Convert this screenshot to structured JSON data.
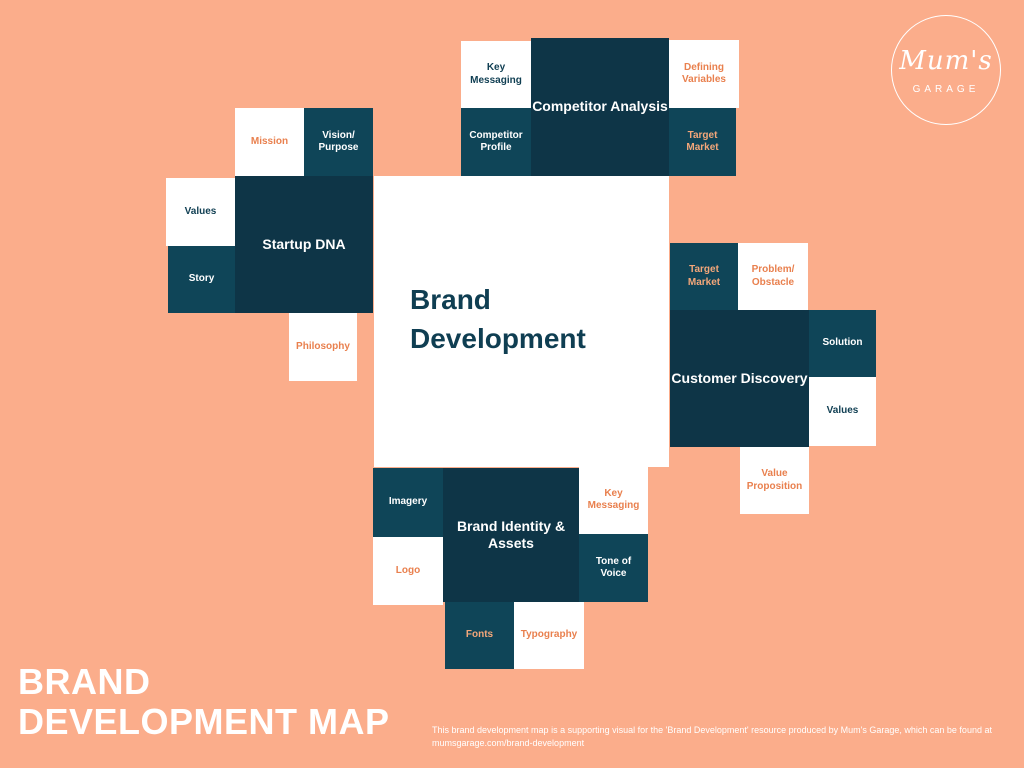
{
  "logo": {
    "script": "Mum's",
    "sub": "GARAGE"
  },
  "center": {
    "line1": "Brand",
    "line2": "Development"
  },
  "startup": {
    "title": "Startup DNA",
    "mission": "Mission",
    "vision": "Vision/ Purpose",
    "values": "Values",
    "story": "Story",
    "philosophy": "Philosophy"
  },
  "competitor": {
    "title": "Competitor Analysis",
    "key_messaging": "Key Messaging",
    "competitor_profile": "Competitor Profile",
    "defining_variables": "Defining Variables",
    "target_market": "Target Market"
  },
  "customer": {
    "title": "Customer Discovery",
    "target_market": "Target Market",
    "problem": "Problem/ Obstacle",
    "solution": "Solution",
    "values": "Values",
    "value_proposition": "Value Proposition"
  },
  "identity": {
    "title": "Brand Identity & Assets",
    "imagery": "Imagery",
    "logo": "Logo",
    "key_messaging": "Key Messaging",
    "tone": "Tone of Voice",
    "fonts": "Fonts",
    "typography": "Typography"
  },
  "footer": {
    "title_line1": "BRAND",
    "title_line2": "DEVELOPMENT MAP",
    "note": "This brand development map is a supporting visual for the 'Brand Development' resource produced by Mum's Garage, which can be found at mumsgarage.com/brand-development"
  },
  "colors": {
    "background": "#FBAD8B",
    "navy": "#0E3547",
    "teal": "#0F4558",
    "orange_text": "#E9804E",
    "white": "#FFFFFF"
  }
}
